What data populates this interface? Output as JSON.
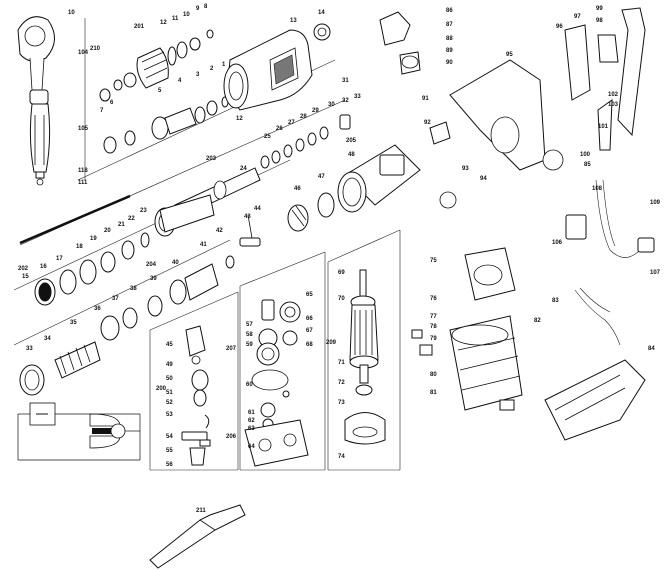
{
  "labels": {
    "n10": "10",
    "n104": "104",
    "n210": "210",
    "n105": "105",
    "n118": "118",
    "n111": "111",
    "n201": "201",
    "n12a": "12",
    "n11": "11",
    "n10b": "10",
    "n9": "9",
    "n8": "8",
    "n13": "13",
    "n14": "14",
    "n7": "7",
    "n6": "6",
    "n5": "5",
    "n4": "4",
    "n3": "3",
    "n2": "2",
    "n1": "1",
    "n12b": "12",
    "n30": "30",
    "n29": "29",
    "n28": "28",
    "n27": "27",
    "n26": "26",
    "n25": "25",
    "n24": "24",
    "n203": "203",
    "n31": "31",
    "n32": "32",
    "n33": "33",
    "n205": "205",
    "n48": "48",
    "n46": "46",
    "n47": "47",
    "n86": "86",
    "n87": "87",
    "n88": "88",
    "n89": "89",
    "n90": "90",
    "n91": "91",
    "n92": "92",
    "n93": "93",
    "n94": "94",
    "n95": "95",
    "n97": "97",
    "n98": "98",
    "n99": "99",
    "n96": "96",
    "n102": "102",
    "n103": "103",
    "n101": "101",
    "n100": "100",
    "n85": "85",
    "n23": "23",
    "n22": "22",
    "n21": "21",
    "n20": "20",
    "n19": "19",
    "n18": "18",
    "n17": "17",
    "n16": "16",
    "n15": "15",
    "n202": "202",
    "n44": "44",
    "n43": "43",
    "n42": "42",
    "n41": "41",
    "n40": "40",
    "n204": "204",
    "n39": "39",
    "n38": "38",
    "n37": "37",
    "n36": "36",
    "n35": "35",
    "n34": "34",
    "n33b": "33",
    "n45": "45",
    "n49": "49",
    "n200": "200",
    "n50": "50",
    "n51": "51",
    "n52": "52",
    "n53": "53",
    "n54": "54",
    "n55": "55",
    "n56": "56",
    "n65": "65",
    "n207": "207",
    "n57": "57",
    "n58": "58",
    "n59": "59",
    "n60": "60",
    "n66": "66",
    "n67": "67",
    "n68": "68",
    "n61": "61",
    "n62": "62",
    "n63": "63",
    "n206": "206",
    "n64": "64",
    "n69": "69",
    "n70": "70",
    "n209": "209",
    "n71": "71",
    "n72": "72",
    "n73": "73",
    "n74": "74",
    "n75": "75",
    "n76": "76",
    "n77": "77",
    "n78": "78",
    "n79": "79",
    "n80": "80",
    "n81": "81",
    "n82": "82",
    "n83": "83",
    "n84": "84",
    "n106": "106",
    "n108": "108",
    "n109": "109",
    "n107": "107",
    "n211": "211"
  }
}
